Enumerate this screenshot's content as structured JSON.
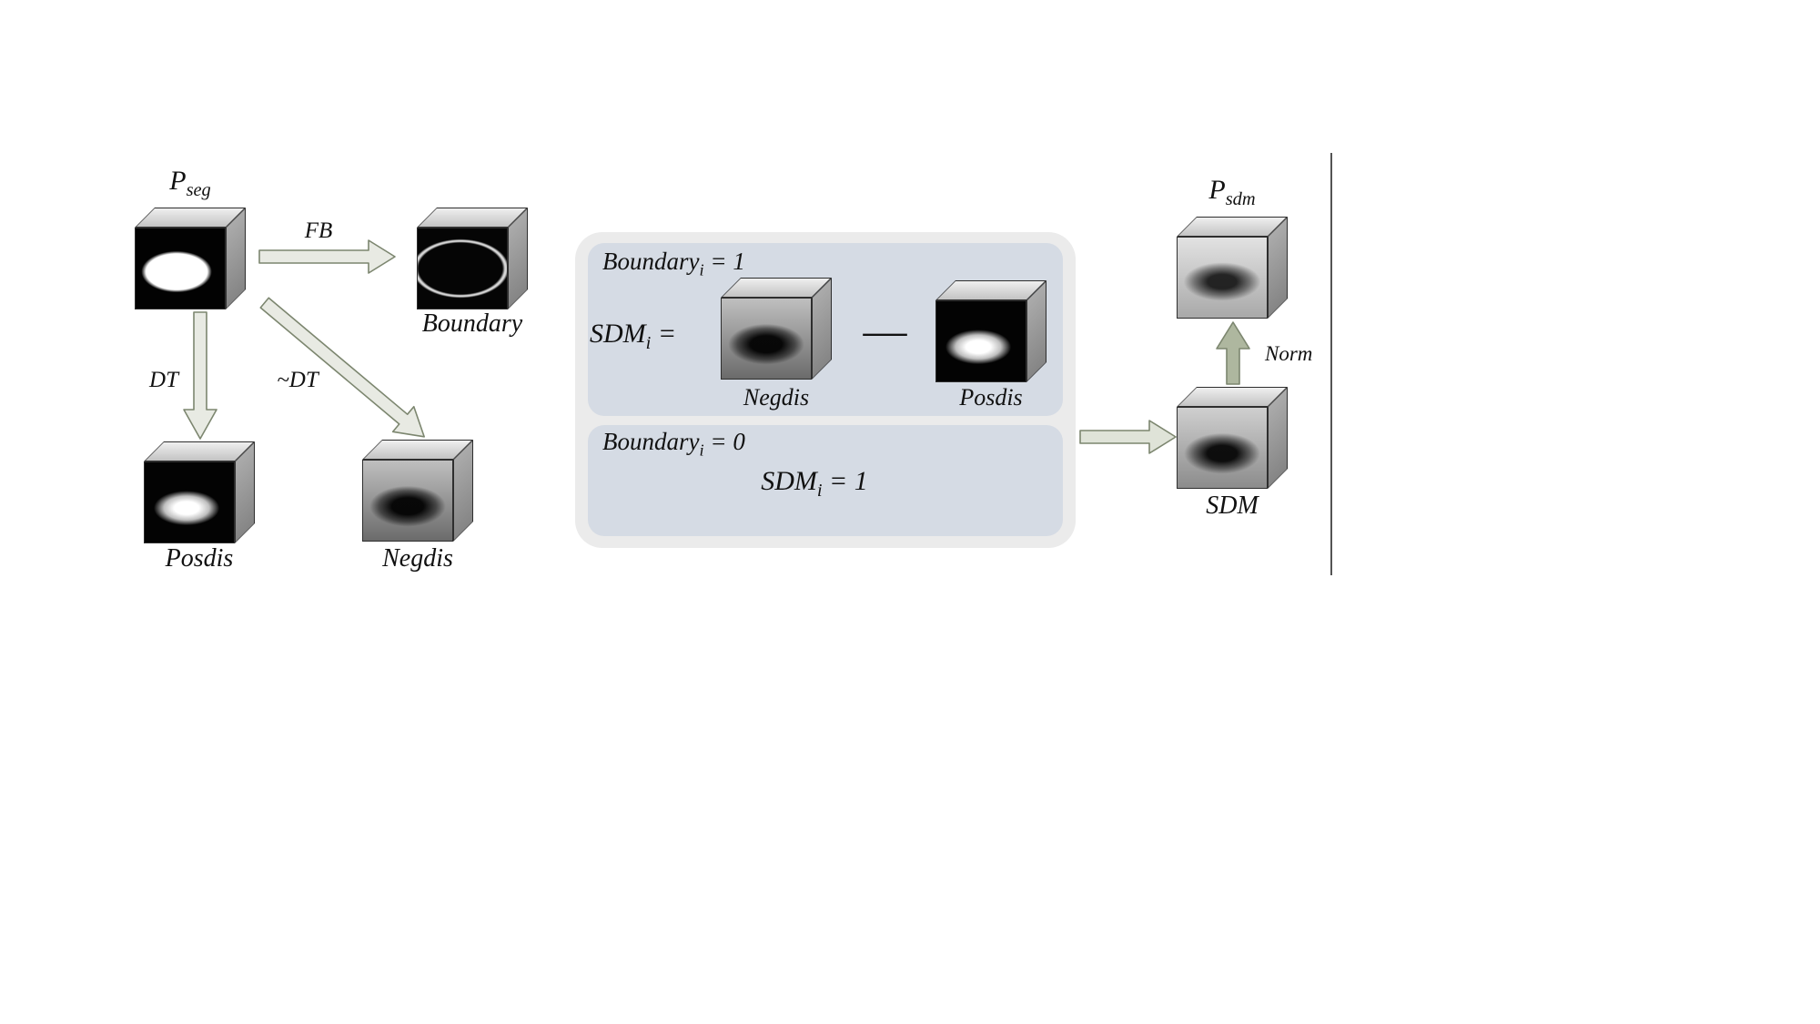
{
  "colors": {
    "background": "#ffffff",
    "panel_outer": "#ebebeb",
    "panel_inner": "#d5dbe4",
    "arrow_fill_light": "#e8eae3",
    "arrow_fill_medium": "#dfe3d8",
    "arrow_fill_dark": "#aeb79f",
    "arrow_stroke": "#7c866f",
    "divider": "#545454"
  },
  "nodes": {
    "pseg": {
      "main": "P",
      "sub": "seg"
    },
    "boundary": {
      "label": "Boundary"
    },
    "posdis": {
      "label": "Posdis"
    },
    "negdis": {
      "label": "Negdis"
    },
    "sdm": {
      "label": "SDM"
    },
    "psdm": {
      "main": "P",
      "sub": "sdm"
    }
  },
  "arrows": {
    "fb": {
      "label": "FB"
    },
    "dt": {
      "label": "DT"
    },
    "ndt": {
      "label": "~DT"
    },
    "norm": {
      "label": "Norm"
    }
  },
  "panel": {
    "case1": {
      "condition": {
        "main": "Boundary",
        "sub": "i",
        "rest": " = 1"
      },
      "lhs": {
        "main": "SDM",
        "sub": "i",
        "rest": " ="
      },
      "minus": "—",
      "negdis_label": "Negdis",
      "posdis_label": "Posdis"
    },
    "case2": {
      "condition": {
        "main": "Boundary",
        "sub": "i",
        "rest": " = 0"
      },
      "equation": {
        "main": "SDM",
        "sub": "i",
        "rest": " = 1"
      }
    }
  }
}
